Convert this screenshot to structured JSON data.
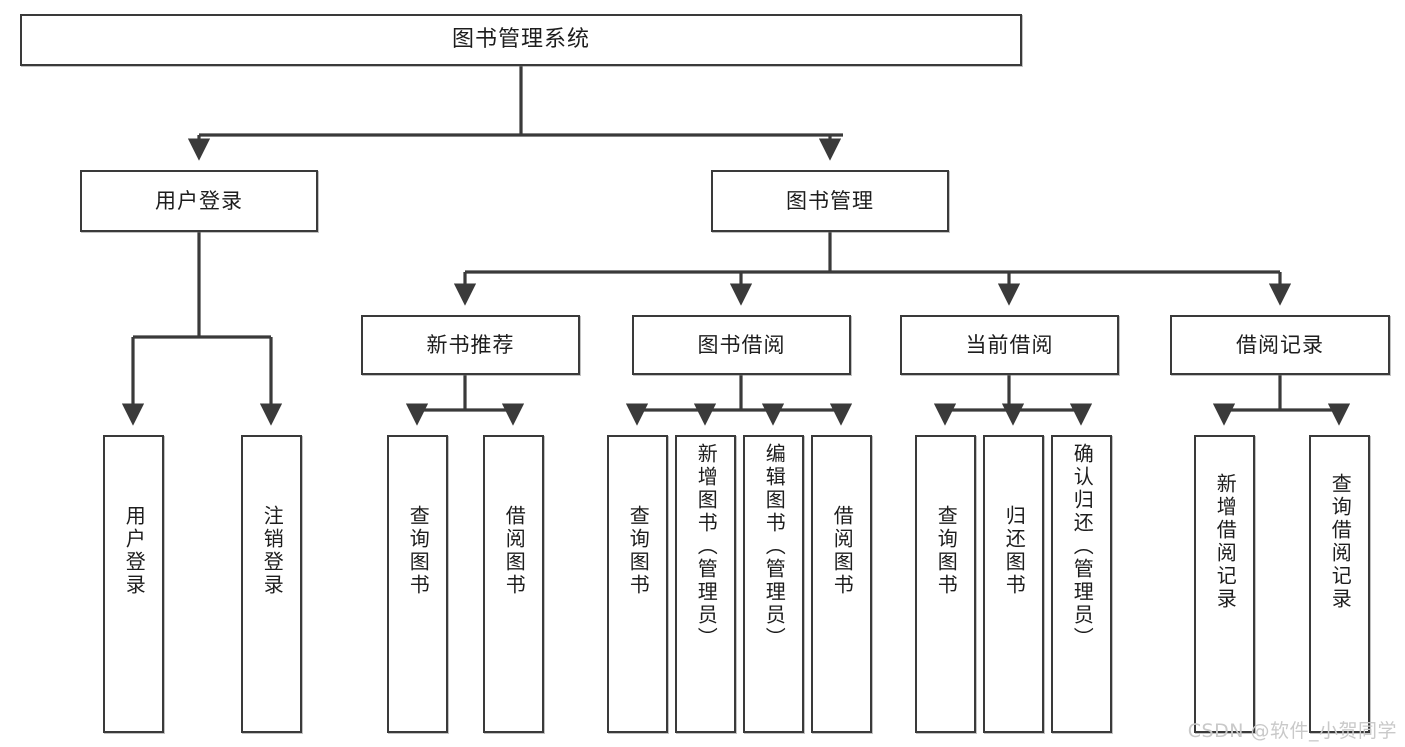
{
  "diagram": {
    "title": "图书管理系统",
    "type": "tree-hierarchy-chart",
    "watermark": "CSDN @软件_小贺同学"
  },
  "nodes": {
    "root": {
      "label": "图书管理系统"
    },
    "level2": [
      {
        "id": "user-login",
        "label": "用户登录"
      },
      {
        "id": "book-manage",
        "label": "图书管理"
      }
    ],
    "level3": [
      {
        "id": "new-book-recommend",
        "label": "新书推荐"
      },
      {
        "id": "book-borrow",
        "label": "图书借阅"
      },
      {
        "id": "current-borrow",
        "label": "当前借阅"
      },
      {
        "id": "borrow-record",
        "label": "借阅记录"
      }
    ],
    "leaves": [
      {
        "id": "leaf-user-login",
        "label": "用户登录",
        "size": "short"
      },
      {
        "id": "leaf-logout-login",
        "label": "注销登录",
        "size": "short"
      },
      {
        "id": "leaf-query-book-1",
        "label": "查询图书",
        "size": "short"
      },
      {
        "id": "leaf-borrow-book-1",
        "label": "借阅图书",
        "size": "short"
      },
      {
        "id": "leaf-query-book-2",
        "label": "查询图书",
        "size": "short"
      },
      {
        "id": "leaf-add-book",
        "label": "新增图书（管理员）",
        "size": "tall"
      },
      {
        "id": "leaf-edit-book",
        "label": "编辑图书（管理员）",
        "size": "tall"
      },
      {
        "id": "leaf-borrow-book-2",
        "label": "借阅图书",
        "size": "short"
      },
      {
        "id": "leaf-query-book-3",
        "label": "查询图书",
        "size": "short"
      },
      {
        "id": "leaf-return-book",
        "label": "归还图书",
        "size": "short"
      },
      {
        "id": "leaf-confirm-return",
        "label": "确认归还（管理员）",
        "size": "tall"
      },
      {
        "id": "leaf-add-borrow-record",
        "label": "新增借阅记录",
        "size": "medium"
      },
      {
        "id": "leaf-query-borrow-record",
        "label": "查询借阅记录",
        "size": "medium"
      }
    ]
  },
  "colors": {
    "stroke": "#3a3a3a",
    "background": "#ffffff",
    "text": "#1d1d1d",
    "watermark": "#c9c9c9"
  }
}
